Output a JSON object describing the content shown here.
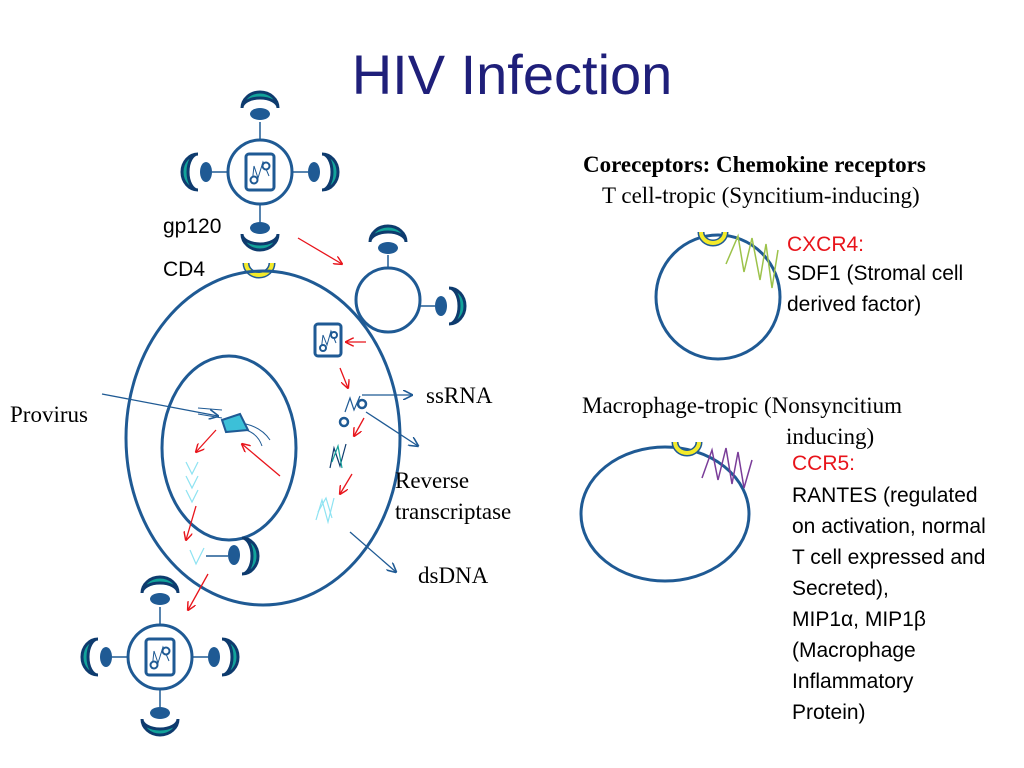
{
  "title": "HIV Infection",
  "labels": {
    "gp120": "gp120",
    "cd4": "CD4",
    "provirus": "Provirus",
    "ssrna": "ssRNA",
    "reverse_transcriptase": [
      "Reverse",
      "transcriptase"
    ],
    "dsdna": "dsDNA"
  },
  "coreceptors": {
    "heading": "Coreceptors: Chemokine receptors",
    "t_cell": {
      "tropism": "T cell-tropic (Syncitium-inducing)",
      "receptor": "CXCR4:",
      "ligand_lines": [
        "SDF1 (Stromal cell",
        "derived factor)"
      ]
    },
    "macrophage": {
      "tropism_lines": [
        "Macrophage-tropic (Nonsyncitium",
        "inducing)"
      ],
      "receptor": "CCR5:",
      "ligand_lines": [
        "RANTES (regulated",
        "on activation, normal",
        "T cell expressed and",
        "Secreted),",
        "MIP1α, MIP1β",
        "(Macrophage",
        "Inflammatory",
        "Protein)"
      ]
    }
  },
  "colors": {
    "title": "#1f1f7a",
    "membrane": "#1f5a94",
    "envelope_teal": "#13a39a",
    "envelope_dark": "#0e3b6e",
    "cd4_yellow": "#f3ea2a",
    "arrow_red": "#e8141b",
    "dna_cyan": "#8ee3f2",
    "cxcr4_green": "#9cc24a",
    "ccr5_purple": "#7a3d99"
  }
}
